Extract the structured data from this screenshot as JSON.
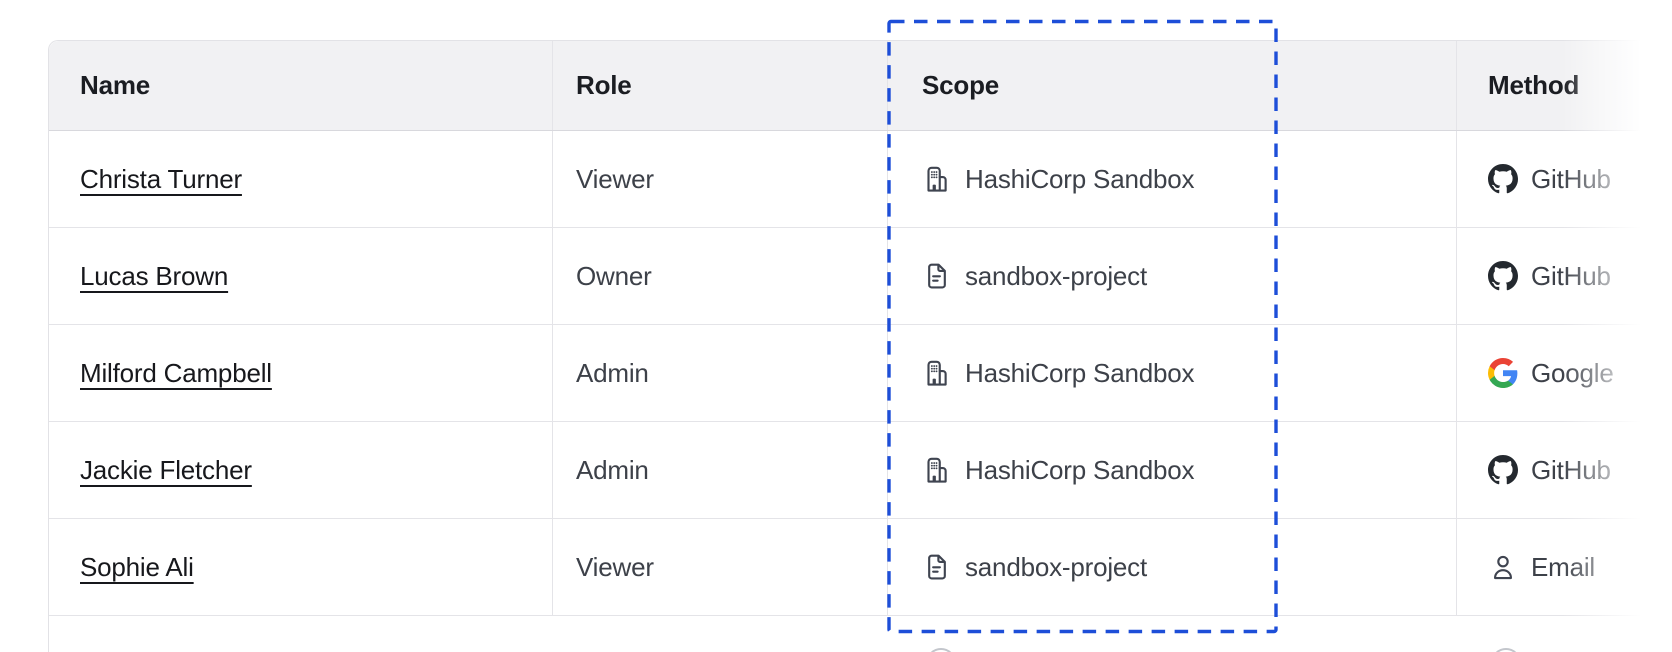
{
  "table": {
    "columns": [
      {
        "id": "name",
        "label": "Name"
      },
      {
        "id": "role",
        "label": "Role"
      },
      {
        "id": "scope",
        "label": "Scope"
      },
      {
        "id": "method",
        "label": "Method"
      }
    ],
    "rows": [
      {
        "name": "Christa Turner",
        "role": "Viewer",
        "scope": {
          "icon": "organization-icon",
          "label": "HashiCorp Sandbox"
        },
        "method": {
          "icon": "github-icon",
          "label": "GitHub"
        }
      },
      {
        "name": "Lucas Brown",
        "role": "Owner",
        "scope": {
          "icon": "file-icon",
          "label": "sandbox-project"
        },
        "method": {
          "icon": "github-icon",
          "label": "GitHub"
        }
      },
      {
        "name": "Milford Campbell",
        "role": "Admin",
        "scope": {
          "icon": "organization-icon",
          "label": "HashiCorp Sandbox"
        },
        "method": {
          "icon": "google-icon",
          "label": "Google"
        }
      },
      {
        "name": "Jackie Fletcher",
        "role": "Admin",
        "scope": {
          "icon": "organization-icon",
          "label": "HashiCorp Sandbox"
        },
        "method": {
          "icon": "github-icon",
          "label": "GitHub"
        }
      },
      {
        "name": "Sophie Ali",
        "role": "Viewer",
        "scope": {
          "icon": "file-icon",
          "label": "sandbox-project"
        },
        "method": {
          "icon": "user-icon",
          "label": "Email"
        }
      }
    ]
  },
  "annotation": {
    "type": "dashed-rectangle-highlight",
    "highlighted_column": "Scope",
    "color": "#1d4ed8"
  },
  "colors": {
    "header_bg": "#f1f1f3",
    "row_border": "#e4e4e8",
    "header_border": "#d8d8dd",
    "header_text": "#1b1d22",
    "name_text": "#17181c",
    "body_text": "#3d4149",
    "icon": "#3f4450",
    "github_mark": "#24292f"
  }
}
